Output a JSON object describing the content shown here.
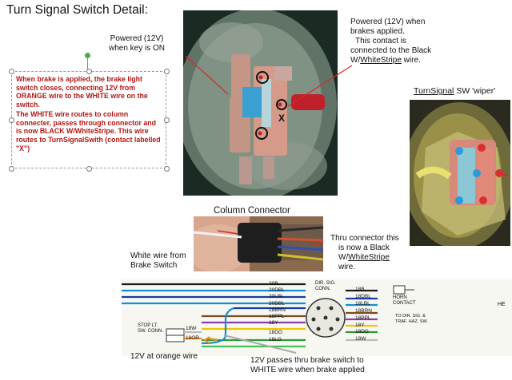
{
  "title": "Turn Signal Switch Detail:",
  "callouts": {
    "key_on": [
      "Powered (12V)",
      "when key is ON"
    ],
    "brakes": [
      "Powered (12V) when",
      "brakes applied.",
      "This contact is",
      "connected to the Black",
      "W/WhiteStripe wire."
    ],
    "contact_x": "X"
  },
  "textbox": {
    "para1": "When brake is applied, the brake light switch closes, connecting 12V from ORANGE wire to the WHITE wire on the switch.",
    "para2": "The WHITE wire routes to column connecter, passes through connector and is now BLACK W/WhiteStripe. This wire routes to TurnSignalSwith (contact labelled \"X\")"
  },
  "wiper": {
    "title_u": "TurnSignal",
    "title_rest": " SW 'wiper'"
  },
  "connector": {
    "heading": "Column Connector",
    "white_wire": [
      "White wire from",
      "Brake Switch"
    ],
    "thru": [
      "Thru connector this",
      "is now a Black",
      "W/WhiteStripe",
      "wire."
    ]
  },
  "schematic": {
    "left_wires": [
      "20B",
      "20DBL",
      "20LBL",
      "20DBL",
      "18BRN",
      "18PPL",
      "18Y",
      "18DG",
      "18LG"
    ],
    "right_wires": [
      "18B",
      "18DBL",
      "18LBL",
      "18BRN",
      "18PPL",
      "18Y",
      "18DG",
      "18W"
    ],
    "dir_sig_conn": [
      "DIR. SIG.",
      "CONN."
    ],
    "horn_contact": [
      "HORN",
      "CONTACT"
    ],
    "to_dir_sig": [
      "TO DIR. SIG. &",
      "TRAF. HAZ. SW."
    ],
    "stop_lt": [
      "STOP LT.",
      "SW. CONN."
    ],
    "stop_wires": [
      "18W",
      "18OR"
    ],
    "he": "HE"
  },
  "bottom": {
    "orange": "12V at orange wire",
    "passes": [
      "12V passes thru brake switch to",
      "WHITE wire when brake applied"
    ]
  },
  "colors": {
    "red_text": "#b01616",
    "red_line": "#d62828",
    "orange": "#f08a1c",
    "blue": "#0e8fd8",
    "yellow": "#f2c400",
    "purple": "#8a3fa8",
    "green": "#2e9a3c",
    "dark_blue": "#1b3aa6",
    "brown": "#7a4a22"
  }
}
